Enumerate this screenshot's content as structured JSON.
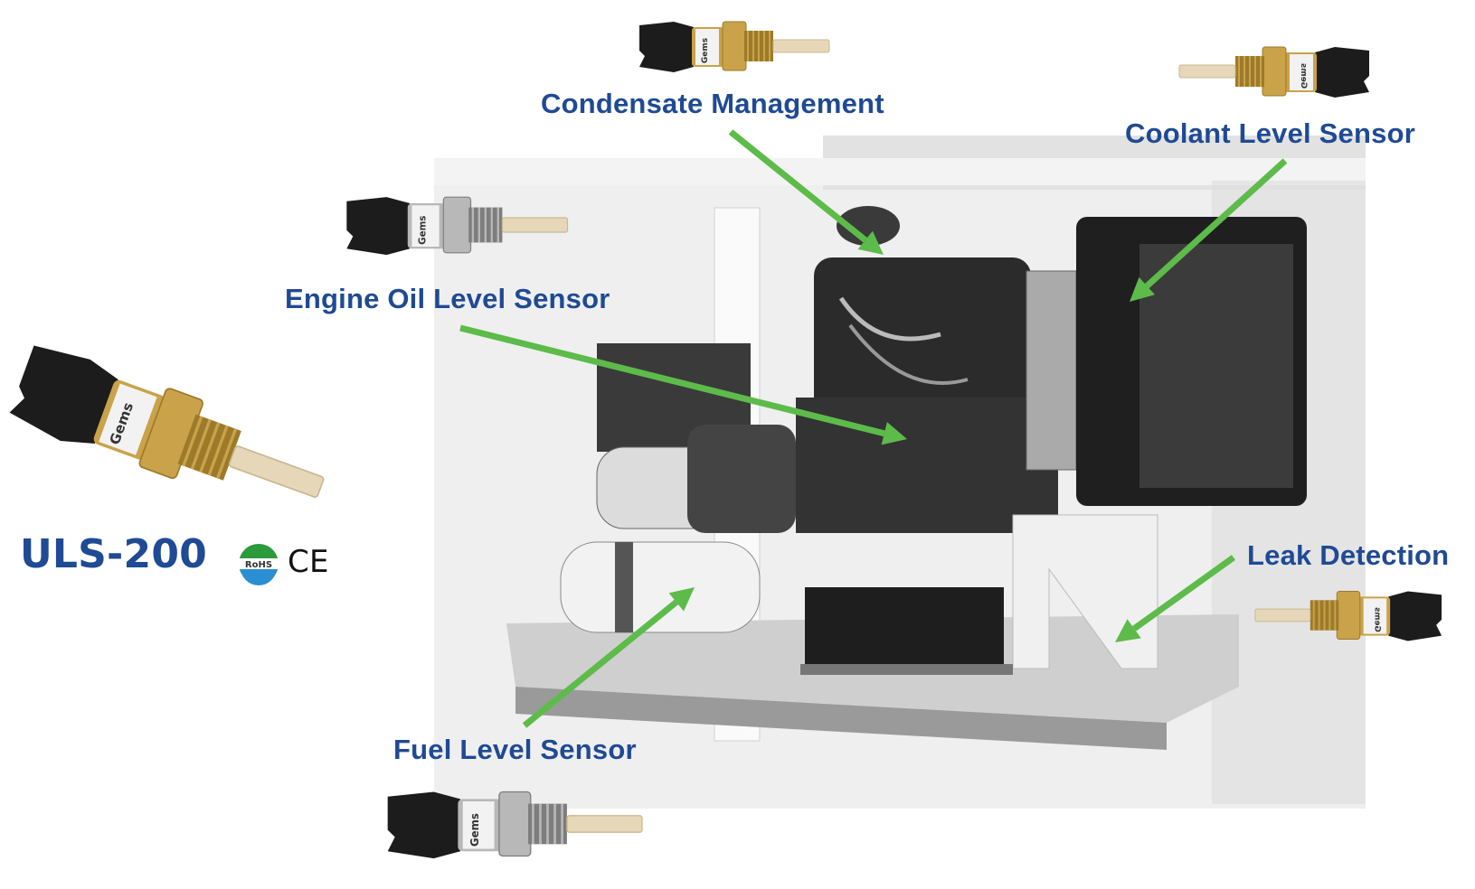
{
  "colors": {
    "label_text": "#1f4a94",
    "arrow": "#5dbb4a",
    "enclosure": "#e6e6e6",
    "engine": "#2e2e2e",
    "brass": "#c9a24a",
    "connector": "#1c1c1c"
  },
  "product": {
    "model": "ULS-200",
    "brand_on_sensor": "Gems",
    "certifications": [
      "RoHS",
      "CE"
    ]
  },
  "callouts": [
    {
      "id": "condensate",
      "label": "Condensate Management"
    },
    {
      "id": "coolant",
      "label": "Coolant Level Sensor"
    },
    {
      "id": "engine-oil",
      "label": "Engine Oil Level Sensor"
    },
    {
      "id": "leak",
      "label": "Leak Detection"
    },
    {
      "id": "fuel",
      "label": "Fuel Level Sensor"
    }
  ]
}
